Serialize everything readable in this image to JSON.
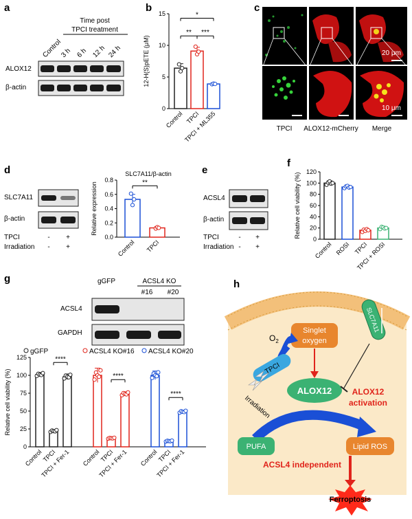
{
  "panels": {
    "a": {
      "letter": "a",
      "time_header_line1": "Time post",
      "time_header_line2": "TPCI treatment",
      "lanes": [
        "Control",
        "3 h",
        "6 h",
        "12 h",
        "24 h"
      ],
      "rows": [
        "ALOX12",
        "β-actin"
      ]
    },
    "b": {
      "letter": "b"
    },
    "c": {
      "letter": "c",
      "labels": [
        "TPCI",
        "ALOX12-mCherry",
        "Merge"
      ],
      "scale_top": "20 μm",
      "scale_bottom": "10 μm"
    },
    "d": {
      "letter": "d",
      "rows": [
        "SLC7A11",
        "β-actin"
      ],
      "cond_labels": [
        "TPCI",
        "Irradiation"
      ],
      "lane1": [
        "-",
        "-"
      ],
      "lane2": [
        "+",
        "+"
      ]
    },
    "e": {
      "letter": "e",
      "rows": [
        "ACSL4",
        "β-actin"
      ],
      "cond_labels": [
        "TPCI",
        "Irradiation"
      ],
      "lane1": [
        "-",
        "-"
      ],
      "lane2": [
        "+",
        "+"
      ]
    },
    "f": {
      "letter": "f"
    },
    "g": {
      "letter": "g",
      "top_lanes": [
        "gGFP",
        "ACSL4 KO"
      ],
      "ko_sub": [
        "#16",
        "#20"
      ],
      "rows": [
        "ACSL4",
        "GAPDH"
      ]
    },
    "h": {
      "letter": "h",
      "nodes": {
        "singlet_line1": "Singlet",
        "singlet_line2": "oxygen",
        "o2": "O",
        "o2_sub": "2",
        "tpci": "TPCI",
        "irradiation": "Irradiation",
        "alox12": "ALOX12",
        "activation_line1": "ALOX12",
        "activation_line2": "activation",
        "slc7a11": "SLC7A11",
        "pufa": "PUFA",
        "lipid_ros": "Lipid ROS",
        "acsl4_independent": "ACSL4 independent",
        "ferroptosis": "Ferroptosis"
      },
      "colors": {
        "membrane": "#f3c07a",
        "cell_interior": "#fbe9c8",
        "node_orange": "#e8862e",
        "node_green": "#3bb273",
        "arrow_blue": "#1a4fd6",
        "arrow_red": "#e0241b",
        "burst": "#ff2a1a"
      }
    }
  },
  "chart_data": [
    {
      "id": "b",
      "type": "bar",
      "categories": [
        "Control",
        "TPCI",
        "TPCI + ML355"
      ],
      "values": [
        6.4,
        9.1,
        3.9
      ],
      "errors": [
        0.7,
        0.6,
        0.15
      ],
      "points": [
        [
          7.0,
          5.9,
          6.4
        ],
        [
          9.8,
          8.6,
          9.0
        ],
        [
          3.85,
          3.95,
          3.9
        ]
      ],
      "colors": [
        "#222222",
        "#e0241b",
        "#1a4fd6"
      ],
      "ylabel": "12-H(S)pETE (μM)",
      "ylim": [
        0,
        15
      ],
      "yticks": [
        0,
        5,
        10,
        15
      ],
      "significance": [
        {
          "from": 0,
          "to": 1,
          "label": "**"
        },
        {
          "from": 1,
          "to": 2,
          "label": "***"
        },
        {
          "from": 0,
          "to": 2,
          "label": "*"
        }
      ]
    },
    {
      "id": "d",
      "type": "bar",
      "title": "SLC7A11/β-actin",
      "categories": [
        "Control",
        "TPCI"
      ],
      "values": [
        0.53,
        0.13
      ],
      "errors": [
        0.07,
        0.02
      ],
      "points": [
        [
          0.61,
          0.45,
          0.53
        ],
        [
          0.12,
          0.14,
          0.13
        ]
      ],
      "colors": [
        "#1a4fd6",
        "#e0241b"
      ],
      "ylabel": "Relative  expression",
      "ylim": [
        0,
        0.8
      ],
      "yticks": [
        0.0,
        0.2,
        0.4,
        0.6,
        0.8
      ],
      "significance": [
        {
          "from": 0,
          "to": 1,
          "label": "**"
        }
      ]
    },
    {
      "id": "f",
      "type": "bar",
      "categories": [
        "Control",
        "ROSI",
        "TPCI",
        "TPCI + ROSI"
      ],
      "values": [
        100,
        93,
        16,
        20
      ],
      "errors": [
        4,
        3,
        3,
        3
      ],
      "points": [
        [
          97,
          101,
          103,
          99,
          100
        ],
        [
          91,
          94,
          95,
          92,
          93
        ],
        [
          13,
          17,
          15,
          18,
          16
        ],
        [
          18,
          22,
          21,
          19,
          20
        ]
      ],
      "colors": [
        "#222222",
        "#1a4fd6",
        "#e0241b",
        "#3bb273"
      ],
      "ylabel": "Relative cell viability (%)",
      "ylim": [
        0,
        120
      ],
      "yticks": [
        0,
        20,
        40,
        60,
        80,
        100,
        120
      ]
    },
    {
      "id": "g",
      "type": "bar",
      "series": [
        {
          "name": "gGFP",
          "categories": [
            "Control",
            "TPCI",
            "TPCI + Fer-1"
          ],
          "values": [
            101,
            22,
            98
          ],
          "errors": [
            3,
            2,
            4
          ],
          "color": "#222222"
        },
        {
          "name": "ACSL4 KO#16",
          "categories": [
            "Control",
            "TPCI",
            "TPCI + Fer-1"
          ],
          "values": [
            100,
            12,
            74
          ],
          "errors": [
            10,
            1,
            3
          ],
          "color": "#e0241b"
        },
        {
          "name": "ACSL4 KO#20",
          "categories": [
            "Control",
            "TPCI",
            "TPCI + Fer-1"
          ],
          "values": [
            100,
            8,
            49
          ],
          "errors": [
            6,
            1,
            2
          ],
          "color": "#1a4fd6"
        }
      ],
      "ylabel": "Relative cell viability (%)",
      "ylim": [
        0,
        125
      ],
      "yticks": [
        0,
        25,
        50,
        75,
        100,
        125
      ],
      "significance": [
        {
          "series": 0,
          "from": 1,
          "to": 2,
          "label": "****"
        },
        {
          "series": 1,
          "from": 1,
          "to": 2,
          "label": "****"
        },
        {
          "series": 2,
          "from": 1,
          "to": 2,
          "label": "****"
        }
      ]
    }
  ]
}
